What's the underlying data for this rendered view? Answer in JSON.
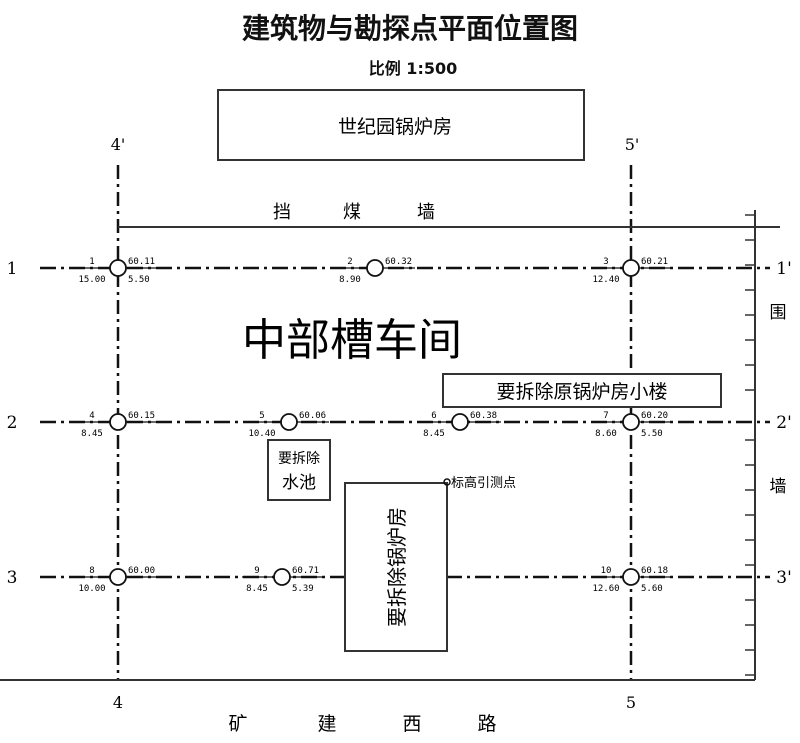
{
  "title": "建筑物与勘探点平面位置图",
  "scale": "比例 1:500",
  "buildings": {
    "boiler_house_top": "世纪园锅炉房",
    "coal_wall": [
      "挡",
      "煤",
      "墙"
    ],
    "main_workshop": "中部槽车间",
    "old_boiler_building": "要拆除原锅炉房小楼",
    "pool_line1": "要拆除",
    "pool_line2": "水池",
    "boiler_vertical": "要拆除锅炉房"
  },
  "benchmark_label": "标高引测点",
  "side_wall": [
    "围",
    "墙"
  ],
  "road": [
    "矿",
    "建",
    "西",
    "路"
  ],
  "grid": {
    "cols_top": [
      "4'",
      "5'"
    ],
    "cols_bottom": [
      "4",
      "5"
    ],
    "rows_left": [
      "1",
      "2",
      "3"
    ],
    "rows_right": [
      "1'",
      "2'",
      "3'"
    ]
  },
  "points": [
    {
      "id": "1",
      "elev": "60.11",
      "depth": "15.00",
      "water": "5.50"
    },
    {
      "id": "2",
      "elev": "60.32",
      "depth": "8.90",
      "water": ""
    },
    {
      "id": "3",
      "elev": "60.21",
      "depth": "12.40",
      "water": ""
    },
    {
      "id": "4",
      "elev": "60.15",
      "depth": "8.45",
      "water": ""
    },
    {
      "id": "5",
      "elev": "60.06",
      "depth": "10.40",
      "water": ""
    },
    {
      "id": "6",
      "elev": "60.38",
      "depth": "8.45",
      "water": ""
    },
    {
      "id": "7",
      "elev": "60.20",
      "depth": "8.60",
      "water": "5.50"
    },
    {
      "id": "8",
      "elev": "60.00",
      "depth": "10.00",
      "water": ""
    },
    {
      "id": "9",
      "elev": "60.71",
      "depth": "8.45",
      "water": "5.39"
    },
    {
      "id": "10",
      "elev": "60.18",
      "depth": "12.60",
      "water": "5.60"
    }
  ]
}
